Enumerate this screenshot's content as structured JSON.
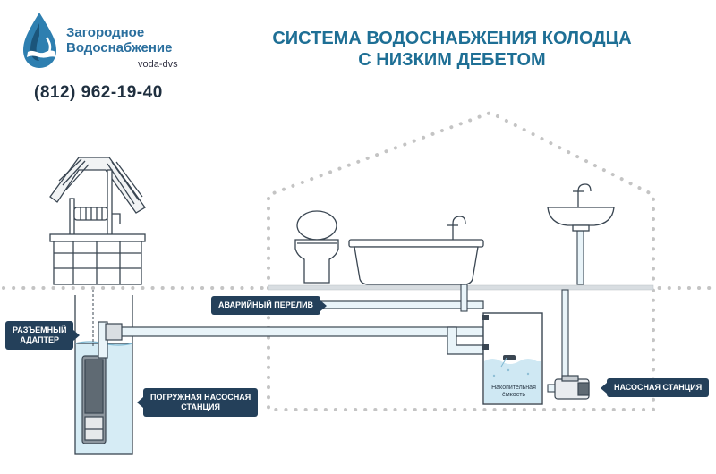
{
  "header": {
    "brand_line1": "Загородное",
    "brand_line2": "Водоснабжение",
    "brand_site": "voda-dvs",
    "phone": "(812) 962-19-40",
    "title_line1": "СИСТЕМА ВОДОСНАБЖЕНИЯ КОЛОДЦА",
    "title_line2": "С НИЗКИМ ДЕБЕТОМ"
  },
  "labels": {
    "adapter_line1": "РАЗЪЕМНЫЙ",
    "adapter_line2": "АДАПТЕР",
    "overflow": "АВАРИЙНЫЙ ПЕРЕЛИВ",
    "submersible_line1": "ПОГРУЖНАЯ НАСОСНАЯ",
    "submersible_line2": "СТАНЦИЯ",
    "pump_station": "НАСОСНАЯ СТАНЦИЯ",
    "tank_line1": "Накопительная",
    "tank_line2": "ёмкость"
  },
  "colors": {
    "accent": "#1e6f95",
    "tag_bg": "#24405a",
    "dots": "#c4c4c4",
    "outline": "#3a4652",
    "water": "#cfe8f3"
  },
  "icons": [
    "water-drop-logo-icon",
    "well-icon",
    "toilet-icon",
    "bathtub-icon",
    "sink-icon",
    "submersible-pump-icon",
    "surface-pump-icon",
    "storage-tank-icon"
  ]
}
